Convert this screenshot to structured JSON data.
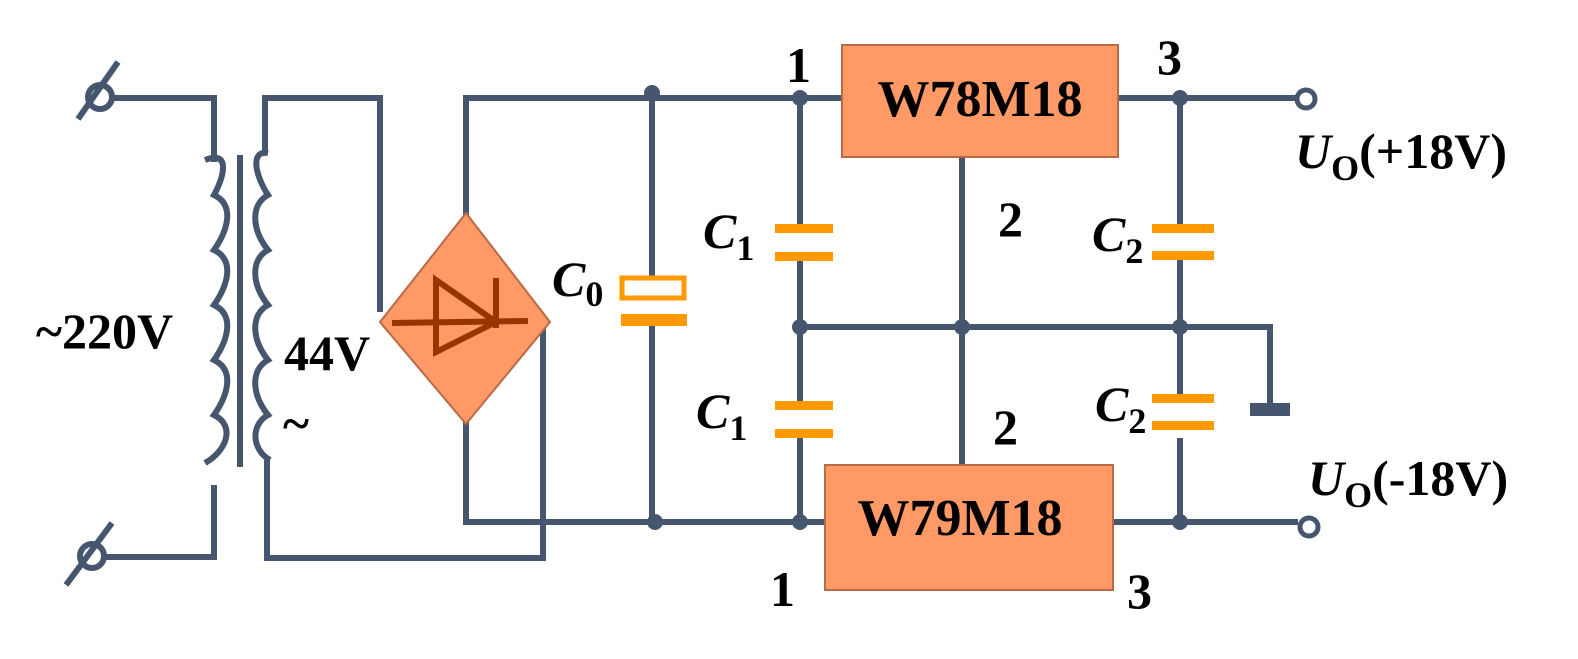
{
  "labels": {
    "input_voltage": "~220V",
    "secondary_voltage": "44V",
    "secondary_ac": "~",
    "c0": {
      "letter": "C",
      "sub": "0"
    },
    "c1_top": {
      "letter": "C",
      "sub": "1"
    },
    "c1_bottom": {
      "letter": "C",
      "sub": "1"
    },
    "c2_top": {
      "letter": "C",
      "sub": "2"
    },
    "c2_bottom": {
      "letter": "C",
      "sub": "2"
    },
    "regulator_pos": "W78M18",
    "regulator_neg": "W79M18",
    "pin_pos_1": "1",
    "pin_pos_2": "2",
    "pin_pos_3": "3",
    "pin_neg_1": "1",
    "pin_neg_2": "2",
    "pin_neg_3": "3",
    "out_pos": {
      "letter": "U",
      "sub": "O",
      "value": "(+18V)"
    },
    "out_neg": {
      "letter": "U",
      "sub": "O",
      "value": "(-18V)"
    }
  },
  "colors": {
    "wire": "#46566e",
    "block": "#ff9966",
    "capacitor": "#ff9900",
    "diode": "#993300"
  }
}
